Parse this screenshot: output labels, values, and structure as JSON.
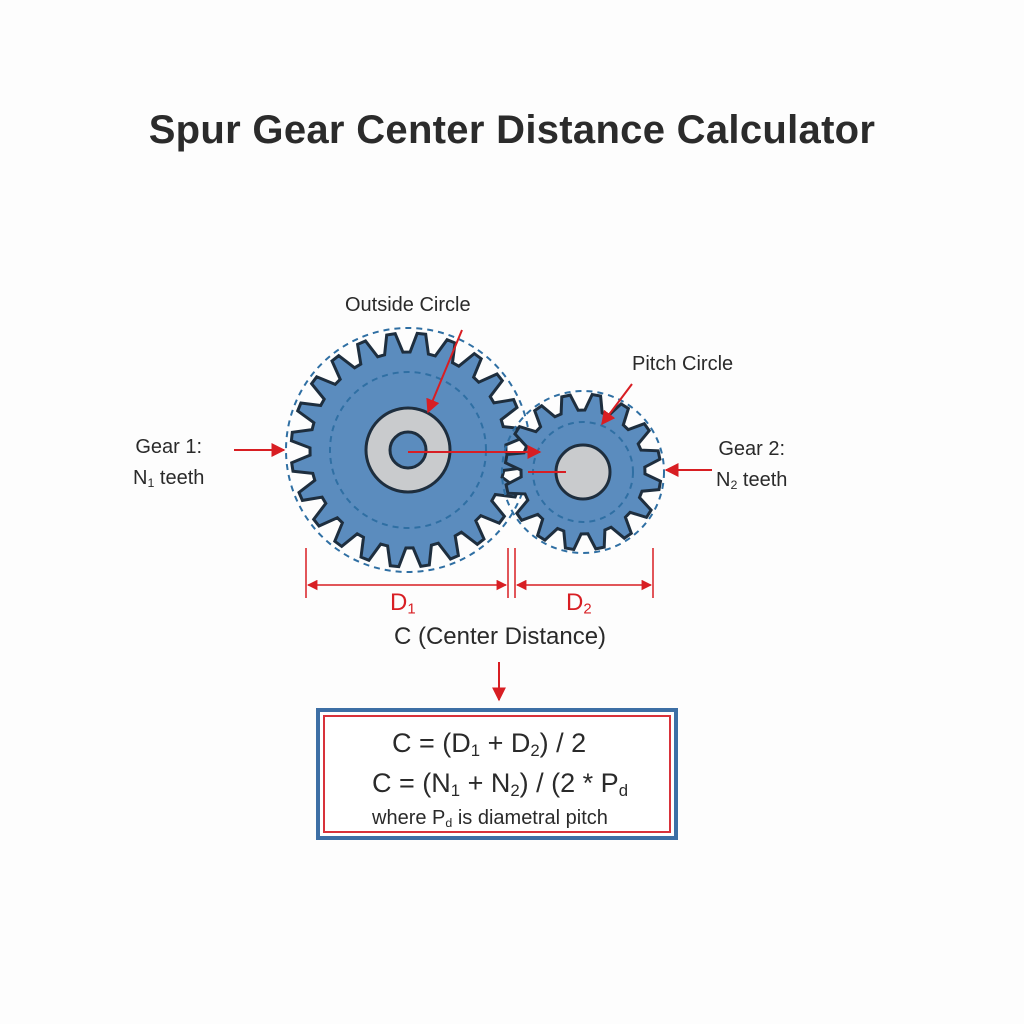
{
  "title": "Spur Gear Center Distance Calculator",
  "labels": {
    "outside_circle": "Outside Circle",
    "pitch_circle": "Pitch Circle",
    "gear1_line1": "Gear 1:",
    "gear1_line2_pre": "N",
    "gear1_line2_sub": "1",
    "gear1_line2_post": " teeth",
    "gear2_line1": "Gear 2:",
    "gear2_line2_pre": "N",
    "gear2_line2_sub": "2",
    "gear2_line2_post": " teeth"
  },
  "dimensions": {
    "d1_main": "D",
    "d1_sub": "1",
    "d2_main": "D",
    "d2_sub": "2",
    "center_distance": "C (Center Distance)"
  },
  "formula": {
    "line1": {
      "a": "C = (D",
      "s1": "1",
      "b": " + D",
      "s2": "2",
      "c": ") / 2"
    },
    "line2": {
      "a": "C = (N",
      "s1": "1",
      "b": " + N",
      "s2": "2",
      "c": ") / (2 * P",
      "s3": "d"
    },
    "note": {
      "a": "where P",
      "s": "d",
      "b": " is diametral pitch"
    }
  },
  "colors": {
    "gear_fill": "#5b8cbe",
    "gear_outline": "#1e2e3e",
    "hub_fill": "#c9cbcd",
    "dashed_circle": "#2f6fa3",
    "arrow_red": "#d81e23",
    "box_blue": "#3d6fa5",
    "box_red": "#d8323a"
  },
  "gears": {
    "gear1_teeth_drawn": 24,
    "gear2_teeth_drawn": 16
  }
}
